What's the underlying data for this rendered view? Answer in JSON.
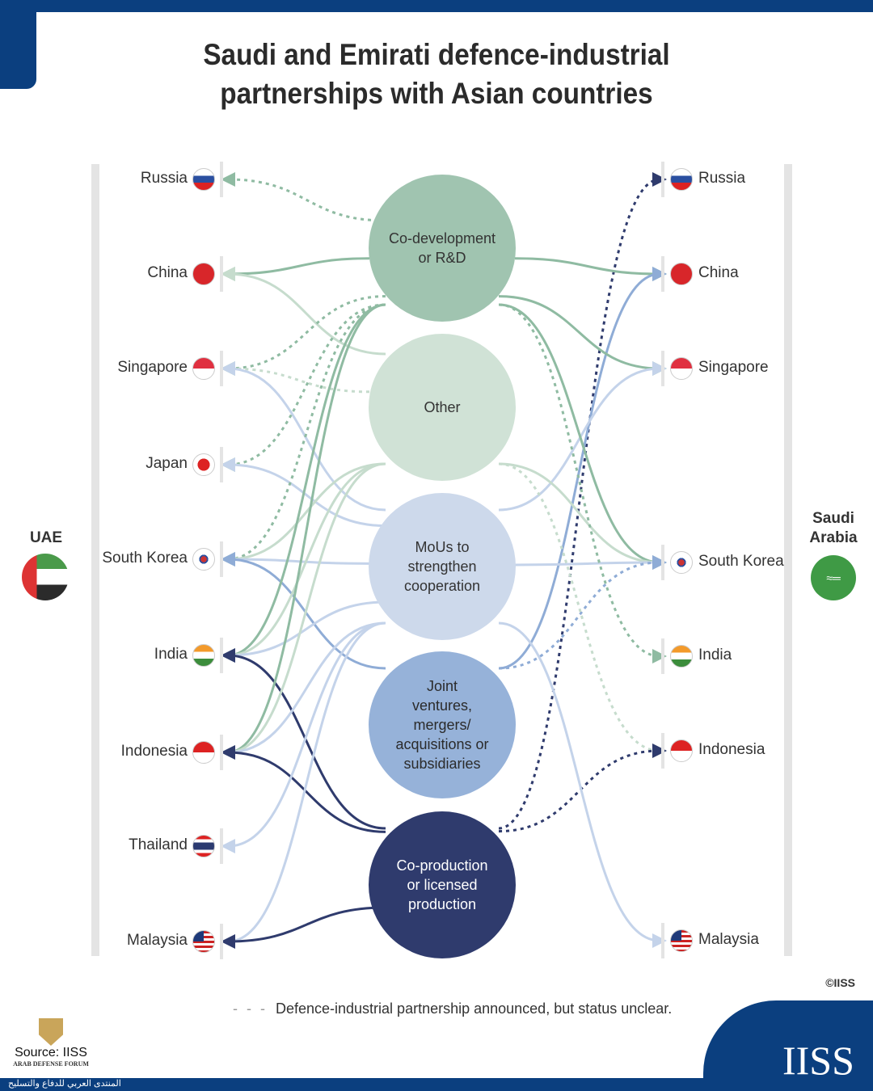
{
  "title": [
    "Saudi and Emirati defence-industrial",
    "partnerships with Asian countries"
  ],
  "left_label": "UAE",
  "right_label": "Saudi\nArabia",
  "nodes": [
    {
      "id": "codev",
      "label": "Co-development\nor R&D",
      "color": "#a0c4b0",
      "text": "#333"
    },
    {
      "id": "other",
      "label": "Other",
      "color": "#d0e2d6",
      "text": "#333"
    },
    {
      "id": "mous",
      "label": "MoUs to\nstrengthen\ncooperation",
      "color": "#cdd9eb",
      "text": "#333"
    },
    {
      "id": "jv",
      "label": "Joint\nventures,\nmergers/\nacquisitions or\nsubsidiaries",
      "color": "#96b2d9",
      "text": "#2b2b2b"
    },
    {
      "id": "coprod",
      "label": "Co-production\nor licensed\nproduction",
      "color": "#2f3b6d",
      "text": "#fff"
    }
  ],
  "left_countries": [
    "Russia",
    "China",
    "Singapore",
    "Japan",
    "South Korea",
    "India",
    "Indonesia",
    "Thailand",
    "Malaysia"
  ],
  "right_countries": [
    "Russia",
    "China",
    "Singapore",
    "South Korea",
    "India",
    "Indonesia",
    "Malaysia"
  ],
  "links_left": [
    [
      "codev",
      "Russia",
      true
    ],
    [
      "codev",
      "China",
      false
    ],
    [
      "other",
      "China",
      false
    ],
    [
      "codev",
      "Singapore",
      true
    ],
    [
      "other",
      "Singapore",
      true
    ],
    [
      "mous",
      "Singapore",
      false
    ],
    [
      "codev",
      "Japan",
      true
    ],
    [
      "mous",
      "Japan",
      false
    ],
    [
      "codev",
      "South Korea",
      true
    ],
    [
      "other",
      "South Korea",
      false
    ],
    [
      "mous",
      "South Korea",
      false
    ],
    [
      "jv",
      "South Korea",
      false
    ],
    [
      "codev",
      "India",
      false
    ],
    [
      "other",
      "India",
      false
    ],
    [
      "mous",
      "India",
      false
    ],
    [
      "coprod",
      "India",
      false
    ],
    [
      "codev",
      "Indonesia",
      false
    ],
    [
      "other",
      "Indonesia",
      false
    ],
    [
      "mous",
      "Indonesia",
      false
    ],
    [
      "coprod",
      "Indonesia",
      false
    ],
    [
      "mous",
      "Thailand",
      false
    ],
    [
      "mous",
      "Malaysia",
      false
    ],
    [
      "coprod",
      "Malaysia",
      false
    ]
  ],
  "links_right": [
    [
      "coprod",
      "Russia",
      true
    ],
    [
      "codev",
      "China",
      false
    ],
    [
      "jv",
      "China",
      false
    ],
    [
      "codev",
      "Singapore",
      false
    ],
    [
      "mous",
      "Singapore",
      false
    ],
    [
      "codev",
      "South Korea",
      false
    ],
    [
      "other",
      "South Korea",
      false
    ],
    [
      "mous",
      "South Korea",
      false
    ],
    [
      "jv",
      "South Korea",
      true
    ],
    [
      "codev",
      "India",
      true
    ],
    [
      "other",
      "Indonesia",
      true
    ],
    [
      "coprod",
      "Indonesia",
      true
    ],
    [
      "mous",
      "Malaysia",
      false
    ]
  ],
  "legend": "Defence-industrial partnership announced, but status unclear.",
  "legend_dash": "- - -",
  "copyright": "©IISS",
  "logo": "IISS",
  "watermark": {
    "source": "Source: IISS",
    "forum": "ARAB DEFENSE FORUM",
    "arabic": "المنتدى العربي للدفاع والتسليح"
  }
}
